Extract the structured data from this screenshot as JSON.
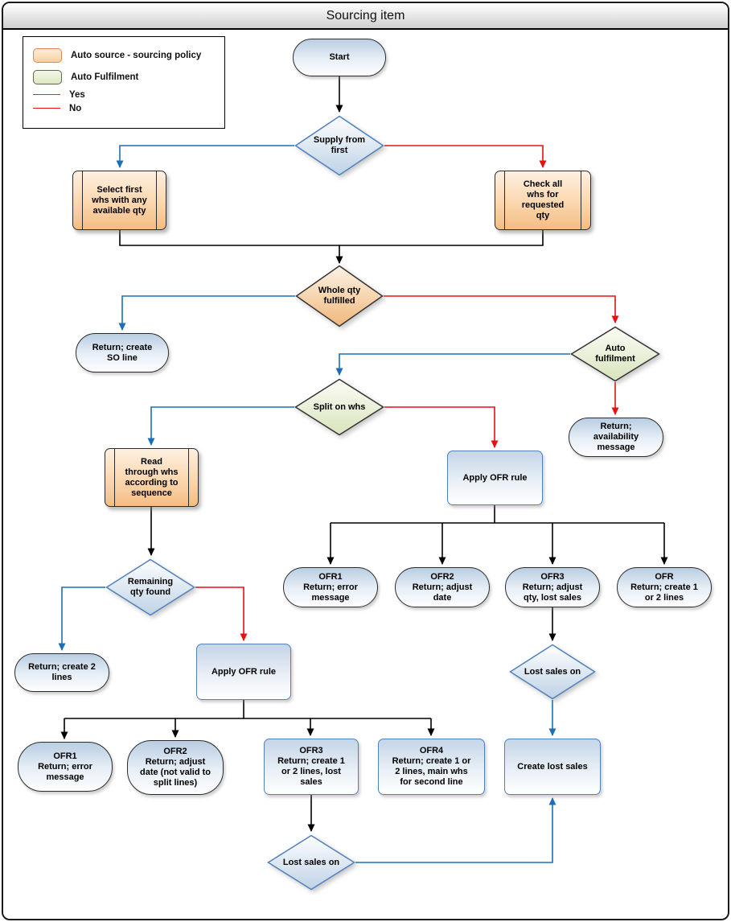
{
  "title": "Sourcing item",
  "legend": {
    "items": [
      {
        "label": "Auto source - sourcing policy",
        "swatch": "auto-source",
        "color": "#f9cf9f"
      },
      {
        "label": "Auto Fulfilment",
        "swatch": "auto-fulfilment",
        "color": "#dde8c3"
      },
      {
        "label": "Yes",
        "line_color": "#1b6fb8"
      },
      {
        "label": "No",
        "line_color": "#e81111"
      }
    ]
  },
  "colors": {
    "yes_edge": "#1b6fb8",
    "no_edge": "#e81111",
    "plain_edge": "#000000",
    "auto_source_fill": "#f6c28b",
    "auto_fulfilment_fill": "#dde8c3",
    "terminator_fill": "#b9cde2",
    "process_border": "#4f81bd"
  },
  "nodes": {
    "start": {
      "label": "Start"
    },
    "supply_from_first": {
      "label": "Supply from\nfirst"
    },
    "select_first_whs": {
      "label": "Select first\nwhs with any\navailable qty"
    },
    "check_all_whs": {
      "label": "Check all\nwhs for\nrequested\nqty"
    },
    "whole_qty_fulfilled": {
      "label": "Whole qty\nfulfilled"
    },
    "return_create_so_line": {
      "label": "Return; create\nSO line"
    },
    "auto_fulfilment": {
      "label": "Auto\nfulfilment"
    },
    "split_on_whs": {
      "label": "Split on whs"
    },
    "return_availability": {
      "label": "Return;\navailability\nmessage"
    },
    "read_through_whs": {
      "label": "Read\nthrough whs\naccording to\nsequence"
    },
    "apply_ofr_rule_1": {
      "label": "Apply OFR rule"
    },
    "remaining_qty_found": {
      "label": "Remaining\nqty found"
    },
    "ofr1_top": {
      "label": "OFR1\nReturn; error\nmessage"
    },
    "ofr2_top": {
      "label": "OFR2\nReturn; adjust\ndate"
    },
    "ofr3_top": {
      "label": "OFR3\nReturn; adjust\nqty, lost sales"
    },
    "ofr_top": {
      "label": "OFR\nReturn; create 1\nor 2 lines"
    },
    "return_create_2_lines": {
      "label": "Return; create 2\nlines"
    },
    "apply_ofr_rule_2": {
      "label": "Apply OFR rule"
    },
    "lost_sales_on_right": {
      "label": "Lost sales on"
    },
    "ofr1_bottom": {
      "label": "OFR1\nReturn; error\nmessage"
    },
    "ofr2_bottom": {
      "label": "OFR2\nReturn; adjust\ndate (not valid to\nsplit lines)"
    },
    "ofr3_bottom": {
      "label": "OFR3\nReturn; create 1\nor 2 lines, lost\nsales"
    },
    "ofr4_bottom": {
      "label": "OFR4\nReturn; create 1 or\n2 lines, main whs\nfor second line"
    },
    "create_lost_sales": {
      "label": "Create lost sales"
    },
    "lost_sales_on_bottom": {
      "label": "Lost sales on"
    }
  },
  "edges": [
    {
      "from": "start",
      "to": "supply_from_first",
      "branch": "none"
    },
    {
      "from": "supply_from_first",
      "to": "select_first_whs",
      "branch": "yes"
    },
    {
      "from": "supply_from_first",
      "to": "check_all_whs",
      "branch": "no"
    },
    {
      "from": "select_first_whs",
      "to": "whole_qty_fulfilled",
      "branch": "none"
    },
    {
      "from": "check_all_whs",
      "to": "whole_qty_fulfilled",
      "branch": "none"
    },
    {
      "from": "whole_qty_fulfilled",
      "to": "return_create_so_line",
      "branch": "yes"
    },
    {
      "from": "whole_qty_fulfilled",
      "to": "auto_fulfilment",
      "branch": "no"
    },
    {
      "from": "auto_fulfilment",
      "to": "split_on_whs",
      "branch": "yes"
    },
    {
      "from": "auto_fulfilment",
      "to": "return_availability",
      "branch": "no"
    },
    {
      "from": "split_on_whs",
      "to": "read_through_whs",
      "branch": "yes"
    },
    {
      "from": "split_on_whs",
      "to": "apply_ofr_rule_1",
      "branch": "no"
    },
    {
      "from": "read_through_whs",
      "to": "remaining_qty_found",
      "branch": "none"
    },
    {
      "from": "apply_ofr_rule_1",
      "to": "ofr1_top",
      "branch": "none"
    },
    {
      "from": "apply_ofr_rule_1",
      "to": "ofr2_top",
      "branch": "none"
    },
    {
      "from": "apply_ofr_rule_1",
      "to": "ofr3_top",
      "branch": "none"
    },
    {
      "from": "apply_ofr_rule_1",
      "to": "ofr_top",
      "branch": "none"
    },
    {
      "from": "ofr3_top",
      "to": "lost_sales_on_right",
      "branch": "none"
    },
    {
      "from": "lost_sales_on_right",
      "to": "create_lost_sales",
      "branch": "yes"
    },
    {
      "from": "remaining_qty_found",
      "to": "return_create_2_lines",
      "branch": "yes"
    },
    {
      "from": "remaining_qty_found",
      "to": "apply_ofr_rule_2",
      "branch": "no"
    },
    {
      "from": "apply_ofr_rule_2",
      "to": "ofr1_bottom",
      "branch": "none"
    },
    {
      "from": "apply_ofr_rule_2",
      "to": "ofr2_bottom",
      "branch": "none"
    },
    {
      "from": "apply_ofr_rule_2",
      "to": "ofr3_bottom",
      "branch": "none"
    },
    {
      "from": "apply_ofr_rule_2",
      "to": "ofr4_bottom",
      "branch": "none"
    },
    {
      "from": "ofr3_bottom",
      "to": "lost_sales_on_bottom",
      "branch": "none"
    },
    {
      "from": "lost_sales_on_bottom",
      "to": "create_lost_sales",
      "branch": "yes"
    }
  ]
}
